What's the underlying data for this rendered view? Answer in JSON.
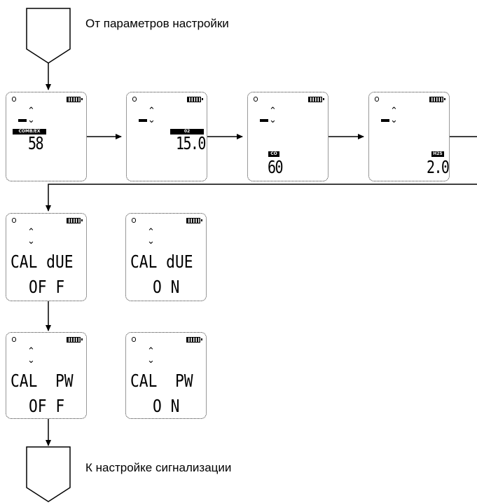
{
  "captions": {
    "from_settings": "От параметров настройки",
    "to_alarm": "К настройке сигнализации"
  },
  "gas_screens": [
    {
      "tag": "COMB/EX",
      "value": "58"
    },
    {
      "tag": "02",
      "value": "15.0"
    },
    {
      "tag": "CO",
      "value": "60"
    },
    {
      "tag": "H2S",
      "value": "2.0"
    }
  ],
  "cal_due": {
    "label": "CAL dUE",
    "off": "OF F",
    "on": "O N"
  },
  "cal_pw": {
    "label": "CAL  PW",
    "off": "OF F",
    "on": "O N"
  },
  "icons": {
    "left": "sensor-icon",
    "right": "battery-icon",
    "nav": "up-down-arrows-icon"
  }
}
